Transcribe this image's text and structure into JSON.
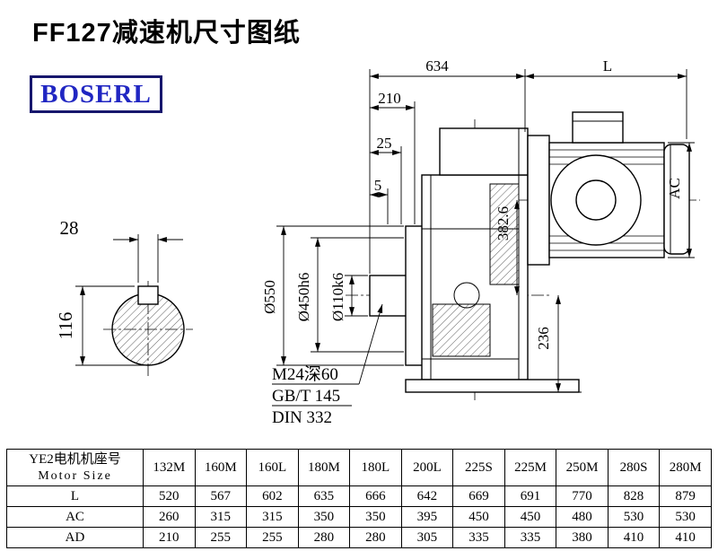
{
  "page": {
    "title": "FF127减速机尺寸图纸",
    "brand": "BOSERL",
    "brand_color": "#2026c2",
    "brand_border_color": "#17176d",
    "line_color": "#000000",
    "background_color": "#ffffff"
  },
  "drawing": {
    "dims": {
      "d634": "634",
      "dL": "L",
      "d210": "210",
      "d25": "25",
      "d5": "5",
      "dAC": "AC",
      "d382": "382.6",
      "d550": "Ø550",
      "d450": "Ø450h6",
      "d110": "Ø110k6",
      "d236": "236",
      "d28": "28",
      "d116": "116"
    },
    "notes": {
      "thread": "M24深60",
      "gbt": "GB/T 145",
      "din": "DIN 332"
    }
  },
  "table": {
    "header_cn": "YE2电机机座号",
    "header_en": "Motor Size",
    "columns": [
      "132M",
      "160M",
      "160L",
      "180M",
      "180L",
      "200L",
      "225S",
      "225M",
      "250M",
      "280S",
      "280M"
    ],
    "rows": [
      {
        "label": "L",
        "values": [
          520,
          567,
          602,
          635,
          666,
          642,
          669,
          691,
          770,
          828,
          879
        ]
      },
      {
        "label": "AC",
        "values": [
          260,
          315,
          315,
          350,
          350,
          395,
          450,
          450,
          480,
          530,
          530
        ]
      },
      {
        "label": "AD",
        "values": [
          210,
          255,
          255,
          280,
          280,
          305,
          335,
          335,
          380,
          410,
          410
        ]
      }
    ]
  }
}
